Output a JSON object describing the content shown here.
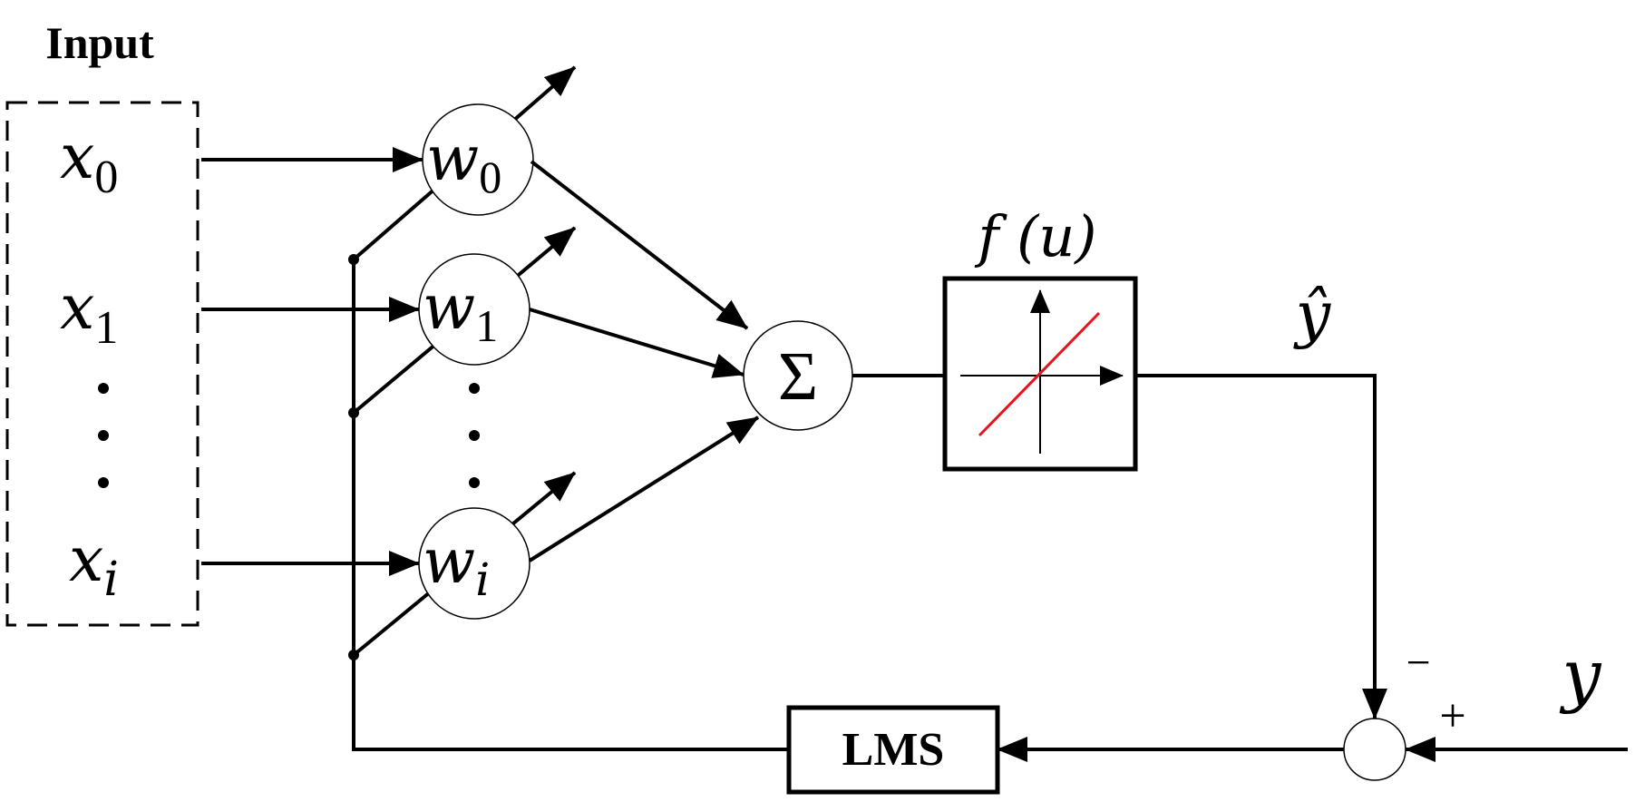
{
  "input_label": "Input",
  "inputs": [
    {
      "var": "x",
      "sub": "0"
    },
    {
      "var": "x",
      "sub": "1"
    },
    {
      "var": "x",
      "sub": "i"
    }
  ],
  "weights": [
    {
      "var": "w",
      "sub": "0"
    },
    {
      "var": "w",
      "sub": "1"
    },
    {
      "var": "w",
      "sub": "i"
    }
  ],
  "sum_symbol": "Σ",
  "activation_label": "f (u)",
  "output_label": "ŷ",
  "target_label": "y",
  "minus_sign": "−",
  "plus_sign": "+",
  "lms_label": "LMS",
  "colors": {
    "line": "#000000",
    "activation_curve": "#e8131b",
    "background": "#ffffff"
  }
}
